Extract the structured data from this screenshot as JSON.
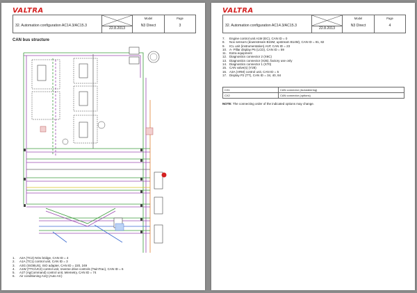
{
  "brand": "VALTRA",
  "header": {
    "title": "32. Automation configuration AC14.3/AC15.3",
    "date": "22.8.2013",
    "model_label": "Model",
    "model_value": "N3 Direct",
    "page_label": "Page"
  },
  "pages": [
    {
      "page_number": "3"
    },
    {
      "page_number": "4"
    }
  ],
  "left": {
    "section_title": "CAN bus structure",
    "legend": [
      {
        "n": "1.",
        "text": "A2A (TC2) NOx bridge, CAN ID = 4"
      },
      {
        "n": "2.",
        "text": "A1A (TC1) control unit, CAN ID = 3"
      },
      {
        "n": "3.",
        "text": "A3G (ISOBUS), ISO adapter, CAN ID = 220, 249"
      },
      {
        "n": "4.",
        "text": "A1W (TTC/UC2) control unit, reverse drive controls (TwinTrac), CAN ID = 6"
      },
      {
        "n": "5.",
        "text": "A1T (AgCommand) control unit, telemetry, CAN ID = 74"
      },
      {
        "n": "6.",
        "text": "Air conditioning A1Q (Auto AC)"
      }
    ]
  },
  "right": {
    "list": [
      {
        "n": "7.",
        "text": "Engine control unit A1M (EC), CAN ID = 0"
      },
      {
        "n": "8.",
        "text": "Nox sensors (downstream B15M, upstream B14M), CAN ID = 81, 82"
      },
      {
        "n": "9.",
        "text": "ICL unit (instrumentation) A1P, CAN ID = 23"
      },
      {
        "n": "10.",
        "text": "A- Pillar display P6 (LCD), CAN ID = 59"
      },
      {
        "n": "11.",
        "text": "Extra equipment"
      },
      {
        "n": "12.",
        "text": "Diagnostics connector 2 (X6C)"
      },
      {
        "n": "13.",
        "text": "Diagnostics connector (X35), factory use only"
      },
      {
        "n": "14.",
        "text": "Diagnostics connector 1 (X70)"
      },
      {
        "n": "15.",
        "text": "CAN valve(s) (Y28)"
      },
      {
        "n": "16.",
        "text": "A3A (ARM) control unit, CAN ID = 5"
      },
      {
        "n": "17.",
        "text": "Display P2 (TT), CAN ID = 34, 40, 84"
      }
    ],
    "table": [
      {
        "code": "CX1",
        "desc": "CAN connector (Autosteering)"
      },
      {
        "code": "CX2",
        "desc": "CAN connector (options)"
      }
    ],
    "note_label": "NOTE",
    "note_text": ": The connecting order of the indicated options may change."
  },
  "colors": {
    "brand_red": "#d42020",
    "wire_green": "#3a9a3a",
    "wire_purple": "#9a4ab0",
    "wire_yellow": "#d8c020",
    "wire_blue": "#3a6ad0",
    "wire_orange": "#e08030",
    "wire_gray": "#666666"
  }
}
